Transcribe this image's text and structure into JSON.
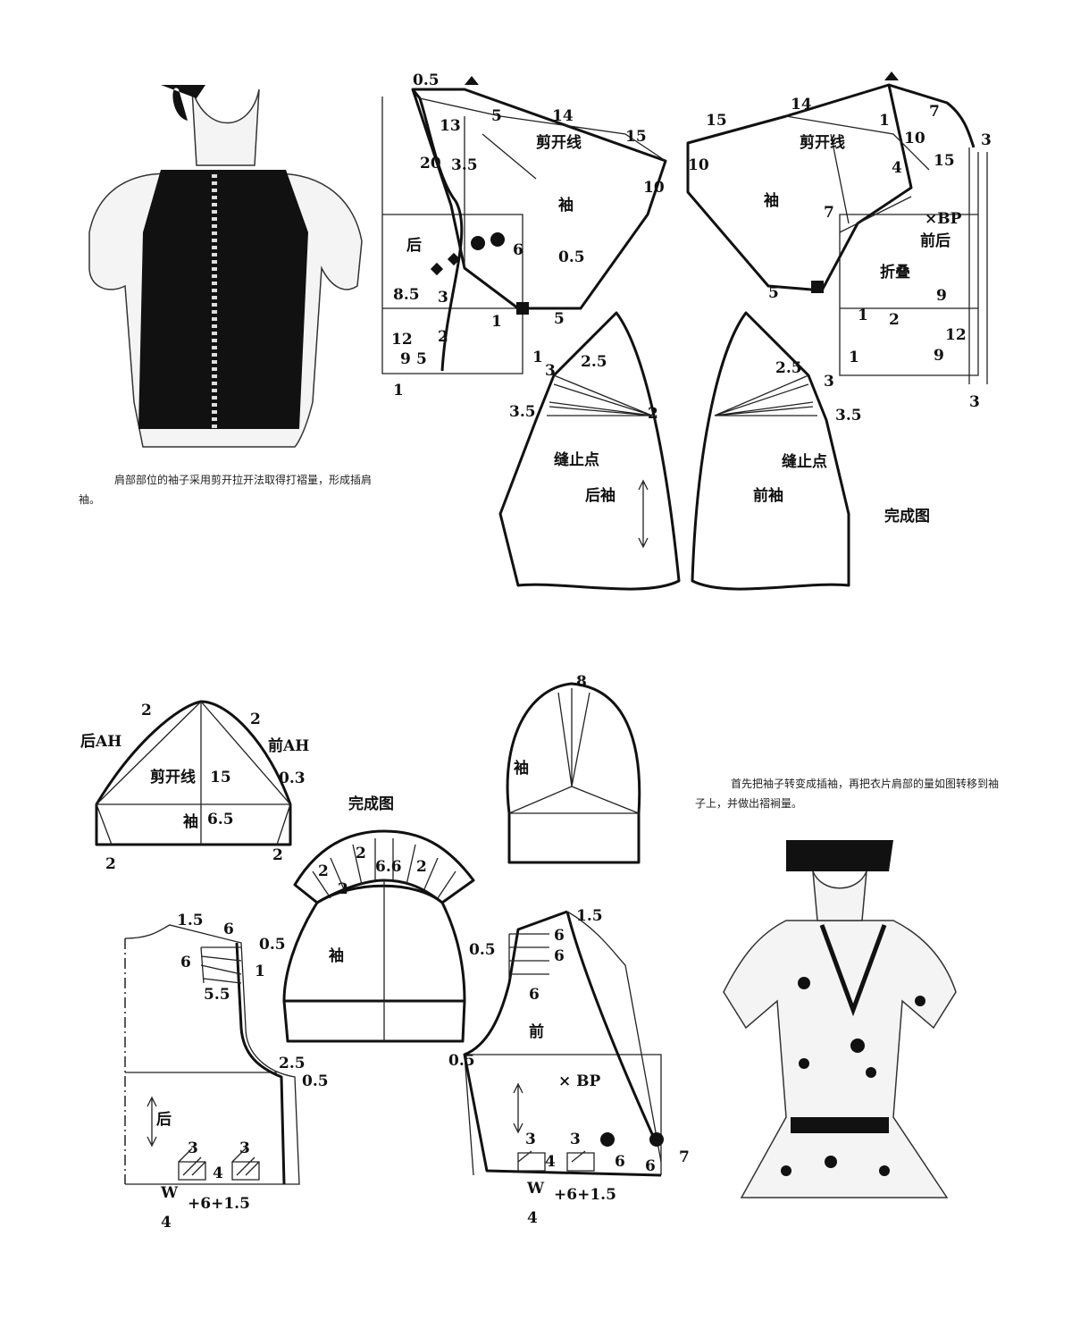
{
  "captions": {
    "top": "肩部部位的袖子采用剪开拉开法取得打褶量，形成插肩袖。",
    "bottom": "首先把袖子转变成插袖，再把衣片肩部的量如图转移到袖子上，并做出褶裥量。"
  },
  "labels": {
    "back_raglan": [
      "0.5",
      "13",
      "20",
      "3.5",
      "5",
      "14",
      "15",
      "10",
      "剪开线",
      "袖",
      "后",
      "6",
      "0.5",
      "5",
      "8.5",
      "3",
      "2",
      "1",
      "12",
      "9",
      "5",
      "1",
      "1"
    ],
    "front_raglan": [
      "15",
      "14",
      "1",
      "7",
      "3",
      "10",
      "15",
      "10",
      "剪开线",
      "袖",
      "7",
      "4",
      "×BP",
      "前后",
      "折叠",
      "5",
      "9",
      "1",
      "2",
      "12",
      "9",
      "1",
      "3"
    ],
    "finished_sleeves": [
      "3",
      "2.5",
      "2",
      "3.5",
      "缝止点",
      "后袖",
      "2.5",
      "3",
      "3.5",
      "缝止点",
      "前袖",
      "完成图"
    ],
    "sleeve_draft": [
      "后AH",
      "2",
      "2",
      "前AH",
      "剪开线",
      "15",
      "0.3",
      "袖",
      "6.5",
      "2",
      "2"
    ],
    "bottom_finished": [
      "完成图",
      "2",
      "2",
      "2",
      "6.6",
      "2",
      "袖",
      "8",
      "袖"
    ],
    "back_bodice": [
      "1.5",
      "6",
      "0.5",
      "6",
      "1",
      "5.5",
      "2.5",
      "0.5",
      "后",
      "3",
      "3",
      "4",
      "W",
      "4",
      "+6+1.5"
    ],
    "front_bodice": [
      "1.5",
      "0.5",
      "6",
      "6",
      "6",
      "0.5",
      "前",
      "× BP",
      "3",
      "3",
      "4",
      "6",
      "6",
      "7",
      "W",
      "4",
      "+6+1.5"
    ]
  }
}
